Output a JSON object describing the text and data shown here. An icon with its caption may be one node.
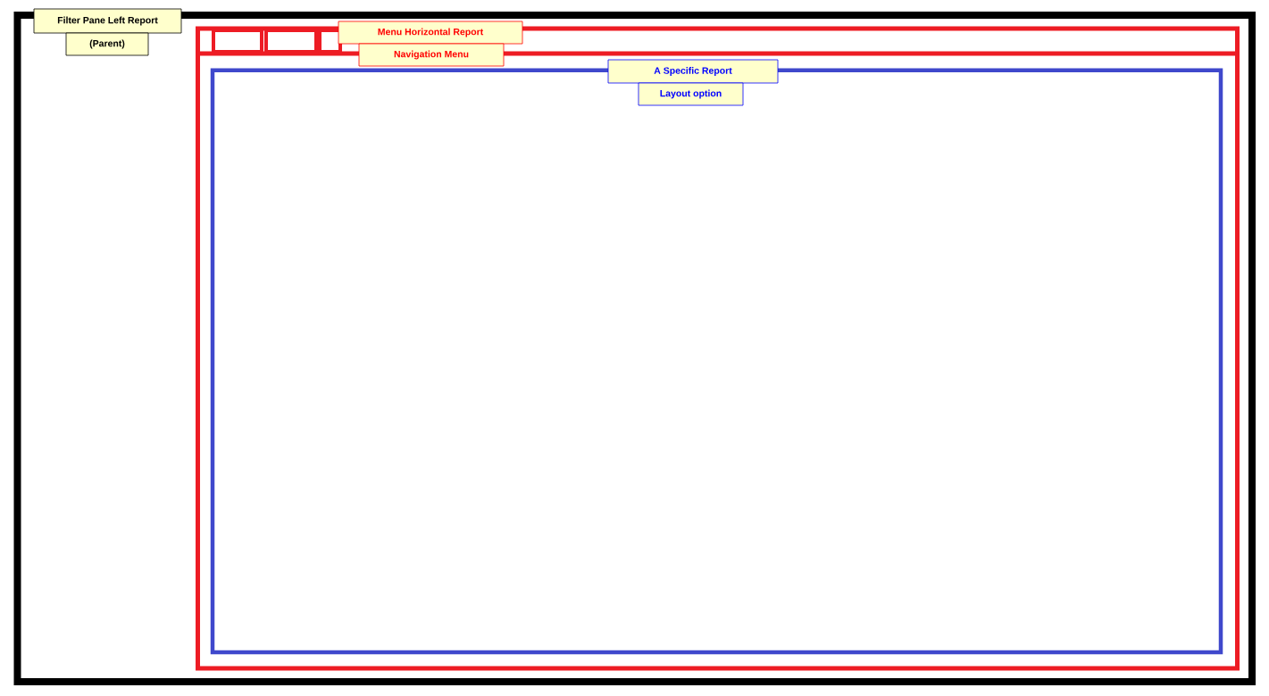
{
  "diagram": {
    "nodes": [
      {
        "text": [
          "Filter Pane Left Report",
          "(Parent)"
        ]
      },
      {
        "text": [
          "Menu Horizontal Report",
          "Navigation Menu"
        ],
        "in": 0
      },
      {
        "text": [
          "A Specific Report",
          "Layout option"
        ],
        "in": 1
      }
    ]
  }
}
